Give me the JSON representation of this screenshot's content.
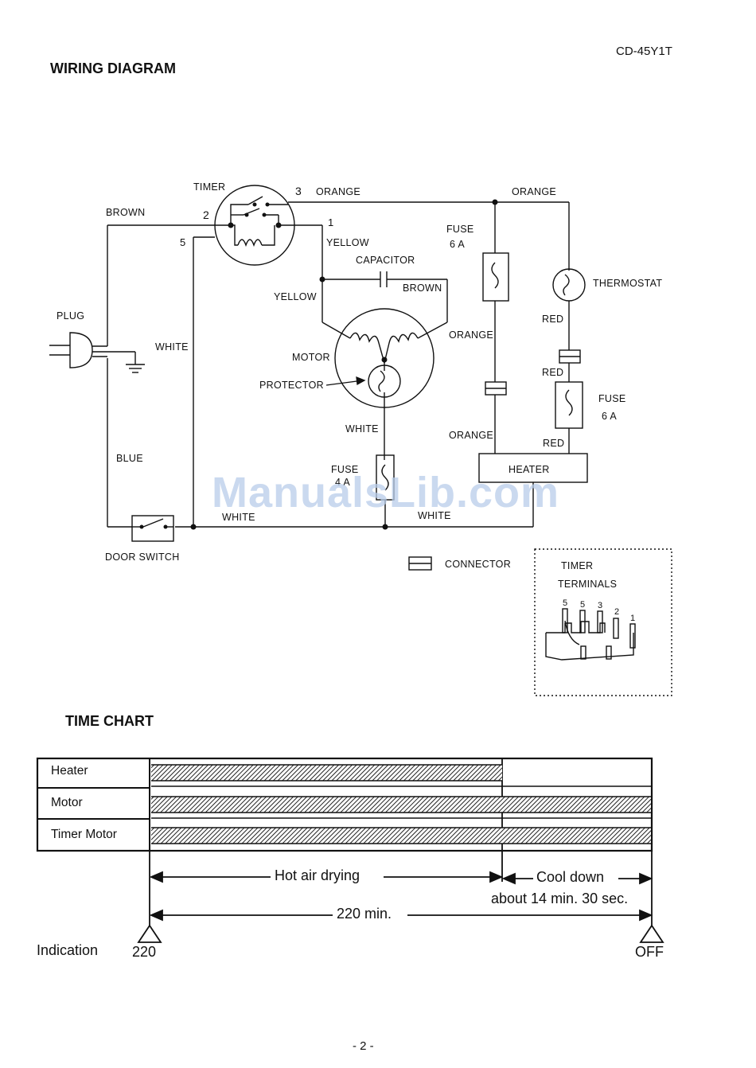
{
  "header": {
    "model": "CD-45Y1T",
    "title": "WIRING DIAGRAM"
  },
  "wiring": {
    "timer": "TIMER",
    "term_3": "3",
    "term_2": "2",
    "term_1": "1",
    "term_5": "5",
    "orange_top": "ORANGE",
    "orange_right_top": "ORANGE",
    "brown_left": "BROWN",
    "yellow_top": "YELLOW",
    "capacitor": "CAPACITOR",
    "brown_cap": "BROWN",
    "yellow_left": "YELLOW",
    "fuse_mid": "FUSE",
    "fuse_mid_rating": "6 A",
    "thermostat": "THERMOSTAT",
    "plug": "PLUG",
    "white_left": "WHITE",
    "motor": "MOTOR",
    "orange_mid": "ORANGE",
    "red_1": "RED",
    "red_2": "RED",
    "red_3": "RED",
    "protector": "PROTECTOR",
    "fuse_right": "FUSE",
    "fuse_right_rating": "6 A",
    "white_motor": "WHITE",
    "orange_low": "ORANGE",
    "heater": "HEATER",
    "blue": "BLUE",
    "fuse_bottom": "FUSE",
    "fuse_bottom_rating": "4 A",
    "white_bottom_left": "WHITE",
    "white_bottom_right": "WHITE",
    "door_switch": "DOOR SWITCH",
    "connector": "CONNECTOR",
    "timer_terminals_1": "TIMER",
    "timer_terminals_2": "TERMINALS",
    "tt_5a": "5",
    "tt_5b": "5",
    "tt_3": "3",
    "tt_2": "2",
    "tt_1": "1"
  },
  "time_chart": {
    "title": "TIME CHART",
    "rows": [
      "Heater",
      "Motor",
      "Timer Motor"
    ],
    "hot_air": "Hot air drying",
    "cool_down": "Cool down",
    "cool_duration": "about 14 min. 30 sec.",
    "total": "220 min.",
    "indication": "Indication",
    "start_mark": "220",
    "end_mark": "OFF"
  },
  "footer": {
    "page": "- 2 -"
  },
  "watermark": "ManualsLib.com"
}
